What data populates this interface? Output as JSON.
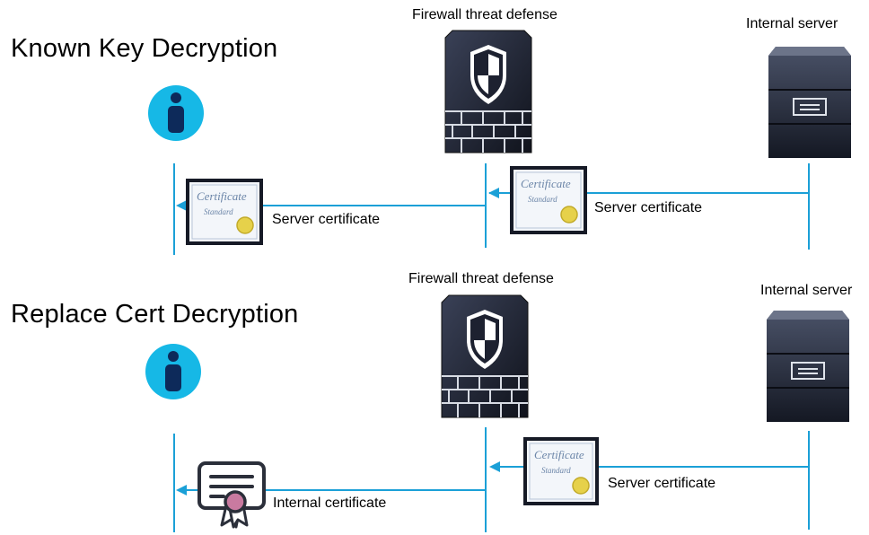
{
  "sections": [
    {
      "title": "Known Key Decryption",
      "firewall_label": "Firewall threat defense",
      "server_label": "Internal server",
      "client_to_firewall_label": "Server certificate",
      "firewall_to_server_label": "Server certificate",
      "client_cert_type": "certificate-document-icon"
    },
    {
      "title": "Replace Cert Decryption",
      "firewall_label": "Firewall threat defense",
      "server_label": "Internal server",
      "client_to_firewall_label": "Internal certificate",
      "firewall_to_server_label": "Server certificate",
      "client_cert_type": "internal-certificate-icon"
    }
  ],
  "certificate_art": {
    "heading": "Certificate",
    "subheading": "Standard"
  },
  "colors": {
    "line": "#1ba0d7",
    "user_circle": "#16b8e6",
    "user_figure": "#0d2a5a",
    "device_dark": "#1f2433",
    "seal": "#e6d14a",
    "internal_cert_ribbon": "#c97aa0"
  }
}
